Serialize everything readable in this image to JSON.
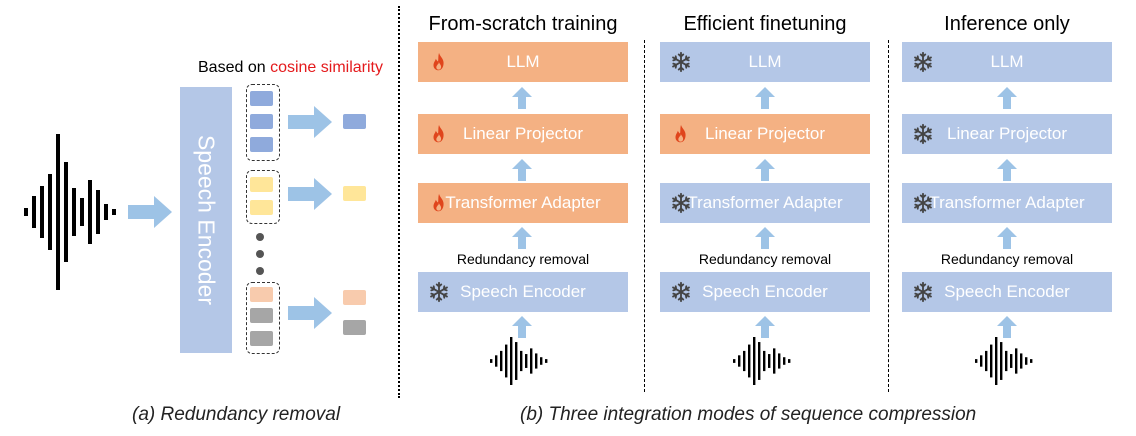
{
  "colors": {
    "blue_block": "#b4c7e7",
    "orange_block": "#f4b183",
    "arrow": "#9dc3e6",
    "token_blue": "#8faadc",
    "token_yellow": "#ffe699",
    "token_salmon": "#f8cbad",
    "token_gray": "#a6a6a6",
    "highlight_red": "#e41a1c"
  },
  "panel_a": {
    "caption": "(a) Redundancy removal",
    "encoder_label": "Speech Encoder",
    "note_prefix": "Based on ",
    "note_highlight": "cosine similarity"
  },
  "panel_b": {
    "caption": "(b) Three integration modes of sequence compression",
    "redundancy_label": "Redundancy removal",
    "columns": [
      {
        "title": "From-scratch training",
        "blocks": [
          {
            "label": "LLM",
            "state": "trainable",
            "icon": "fire-icon"
          },
          {
            "label": "Linear Projector",
            "state": "trainable",
            "icon": "fire-icon"
          },
          {
            "label": "Transformer Adapter",
            "state": "trainable",
            "icon": "fire-icon"
          },
          {
            "label": "Speech Encoder",
            "state": "frozen",
            "icon": "snowflake-icon"
          }
        ]
      },
      {
        "title": "Efficient finetuning",
        "blocks": [
          {
            "label": "LLM",
            "state": "frozen",
            "icon": "snowflake-icon"
          },
          {
            "label": "Linear Projector",
            "state": "trainable",
            "icon": "fire-icon"
          },
          {
            "label": "Transformer Adapter",
            "state": "frozen",
            "icon": "snowflake-icon"
          },
          {
            "label": "Speech Encoder",
            "state": "frozen",
            "icon": "snowflake-icon"
          }
        ]
      },
      {
        "title": "Inference only",
        "blocks": [
          {
            "label": "LLM",
            "state": "frozen",
            "icon": "snowflake-icon"
          },
          {
            "label": "Linear Projector",
            "state": "frozen",
            "icon": "snowflake-icon"
          },
          {
            "label": "Transformer Adapter",
            "state": "frozen",
            "icon": "snowflake-icon"
          },
          {
            "label": "Speech Encoder",
            "state": "frozen",
            "icon": "snowflake-icon"
          }
        ]
      }
    ]
  }
}
